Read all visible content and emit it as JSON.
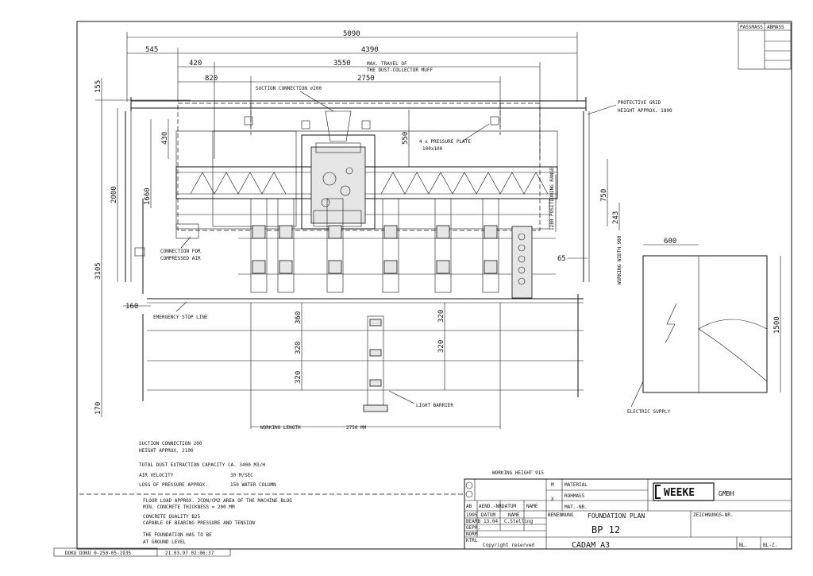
{
  "dimensions": {
    "d5090": "5090",
    "d4390": "4390",
    "d545": "545",
    "d420": "420",
    "d3550": "3550",
    "d820": "820",
    "d2750": "2750",
    "d155": "155",
    "d430": "430",
    "d550": "550",
    "d2000": "2000",
    "d1660": "1660",
    "d3105": "3105",
    "d750": "750",
    "d243": "243",
    "d65": "65",
    "d600": "600",
    "d1500": "1500",
    "d160": "160",
    "d360": "360",
    "d320a": "320",
    "d320b": "320",
    "d320c": "320",
    "d320d": "320",
    "d170": "170",
    "d2750b": "2750 MM"
  },
  "labels": {
    "max_travel_1": "MAX. TRAVEL OF",
    "max_travel_2": "THE DUST-COLLECTOR MUFF",
    "suction_conn": "SUCTION CONNECTION ∅200",
    "grid_1": "PROTECTIVE GRID",
    "grid_2": "HEIGHT APPROX. 1800",
    "pressure_1": "4 x  PRESSURE PLATE",
    "pressure_2": "100x100",
    "positioning": "1280 POSITIONING RANGE",
    "working_width": "WORKING WIDTH 900",
    "compressed_1": "CONNECTION FOR",
    "compressed_2": "COMPRESSED AIR",
    "emergency": "EMERGENCY STOP LINE",
    "light_barrier": "LIGHT BARRIER",
    "electric": "ELECTRIC SUPPLY",
    "working_length": "WORKING LENGTH",
    "working_height": "WORKING HEIGHT 915"
  },
  "notes": {
    "n1": "SUCTION CONNECTION 200",
    "n2": "HEIGHT APPROX. 2100",
    "n3": "TOTAL DUST EXTRACTION CAPACITY CA.   3400 M3/H",
    "n4a": "AIR VELOCITY",
    "n4b": "30 M/SEC",
    "n5a": "LOSS OF PRESSURE APPROX.",
    "n5b": "150 WATER COLUMN",
    "n6": "FLOOR LOAD APPROX. 2CDN/CM2 AREA OF THE MACHINE BLOG",
    "n7": "MIN. CONCRETE THICKNESS = 200 MM",
    "n8": "CONCRETE QUALITY B25",
    "n9": "CAPABLE OF BEARING PRESSURE AND TENSION",
    "n10": "THE FOUNDATION HAS TO BE",
    "n11": "AT GROUND LEVEL"
  },
  "title_block": {
    "passmass": "PASSMASS",
    "abmass": "ABMASS",
    "m": "M",
    "material": "MATERIAL",
    "x": "X",
    "rohmass": "ROHMASS",
    "mat_nr": "MAT.-NR.",
    "company": "WEEKE",
    "gmbh": "GMBH",
    "ab": "AB",
    "aend_nr": "AEND.-NR.",
    "datum": "DATUM",
    "name": "NAME",
    "year": "1995",
    "datum2": "DATUM",
    "name2": "NAME",
    "benennung": "BENENNUNG",
    "zeichnungs_nr": "ZEICHNUNGS-NR.",
    "bearb": "BEARB",
    "bearb_date": "13.04",
    "bearb_name": "C.Stelling",
    "gepr": "GEPR.",
    "norm": "NORM",
    "ktrl": "KTRL",
    "title": "FOUNDATION PLAN",
    "drawing_code": "BP 12",
    "copyright": "Copyright reserved",
    "cadam": "CADAM A3",
    "bl": "BL.",
    "blz": "BL-Z."
  },
  "footer": {
    "doku": "DOKU DOKU 0-250-05-1935",
    "timestamp": "21.03.97 02:06:37"
  }
}
